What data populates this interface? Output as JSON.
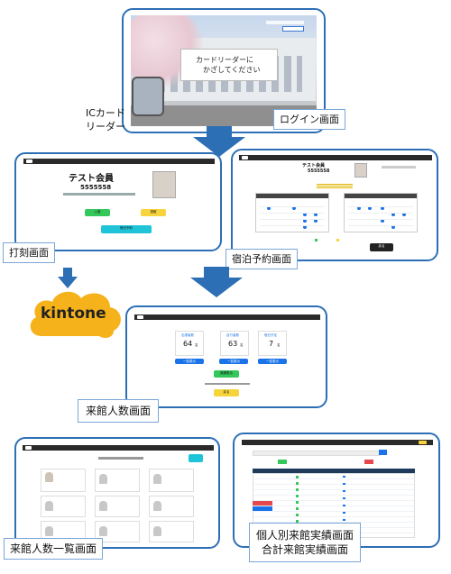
{
  "labels": {
    "ic_reader": "ICカード\nリーダー",
    "login": "ログイン画面",
    "dakoku": "打刻画面",
    "shukuhaku": "宿泊予約画面",
    "kinto": "kintone",
    "raikan": "来館人数画面",
    "raikan_list": "来館人数一覧画面",
    "jisseki_line1": "個人別来館実績画面",
    "jisseki_line2": "合計来館実績画面"
  },
  "login_screen": {
    "prompt_line1": "カードリーダーに",
    "prompt_line2": "かざしてください"
  },
  "dakoku_screen": {
    "name": "テスト会員",
    "id": "5555558",
    "btn_in": "入館",
    "btn_out": "退館",
    "btn_reserve": "宿泊予約"
  },
  "shukuhaku_screen": {
    "name": "テスト会員",
    "id": "5555558",
    "btn_return": "戻る"
  },
  "raikan_screen": {
    "stat1_label": "出張者数",
    "stat1_value": "64",
    "stat2_label": "自行者数",
    "stat2_value": "63",
    "stat3_label": "宿泊予定",
    "stat3_value": "7",
    "unit": "名",
    "btn_list": "一覧表示",
    "btn_mid": "実績表示",
    "btn_bottom": "戻る"
  },
  "colors": {
    "frame_border": "#2d6fb5",
    "arrow": "#2d6fb5",
    "primary_blue": "#1a73e8",
    "green": "#34c759",
    "yellow": "#f7d33c",
    "teal": "#20c4d8",
    "kintone_cloud": "#f6b21a"
  }
}
